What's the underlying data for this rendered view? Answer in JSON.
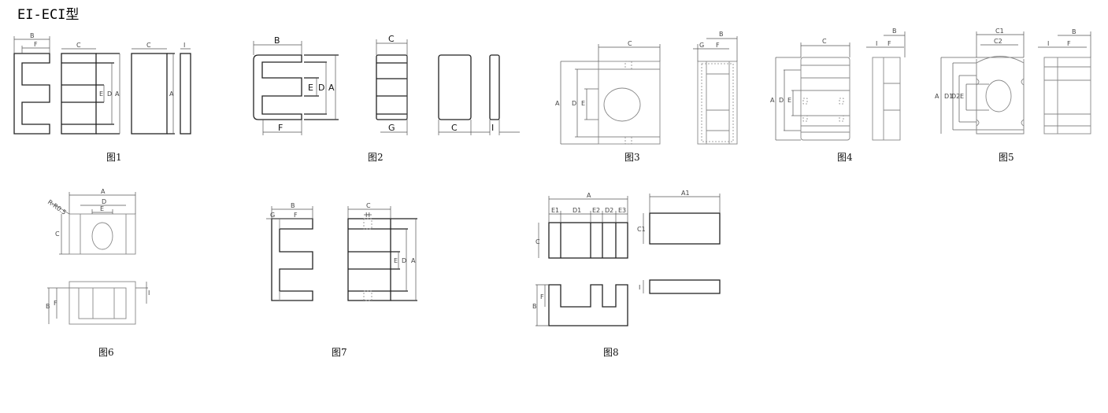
{
  "page": {
    "title": "EI-ECI型"
  },
  "figures": [
    {
      "caption": "图1",
      "labels": [
        "B",
        "F",
        "C",
        "E",
        "D",
        "A",
        "C",
        "A",
        "I"
      ]
    },
    {
      "caption": "图2",
      "labels": [
        "B",
        "F",
        "E",
        "D",
        "A",
        "C",
        "G",
        "C",
        "I"
      ]
    },
    {
      "caption": "图3",
      "labels": [
        "C",
        "A",
        "D",
        "E",
        "B",
        "G",
        "F"
      ]
    },
    {
      "caption": "图4",
      "labels": [
        "C",
        "A",
        "D",
        "E",
        "B",
        "I",
        "F"
      ]
    },
    {
      "caption": "图5",
      "labels": [
        "C1",
        "C2",
        "A",
        "D1",
        "D2",
        "E",
        "B",
        "I",
        "F"
      ]
    },
    {
      "caption": "图6",
      "labels": [
        "A",
        "D",
        "E",
        "C",
        "R-R0.5",
        "B",
        "F",
        "I"
      ]
    },
    {
      "caption": "图7",
      "labels": [
        "B",
        "G",
        "F",
        "C",
        "H",
        "E",
        "D",
        "A"
      ]
    },
    {
      "caption": "图8",
      "labels": [
        "A",
        "E1",
        "D1",
        "E2",
        "D2",
        "E3",
        "C",
        "A1",
        "C1",
        "B",
        "F",
        "I"
      ]
    }
  ]
}
